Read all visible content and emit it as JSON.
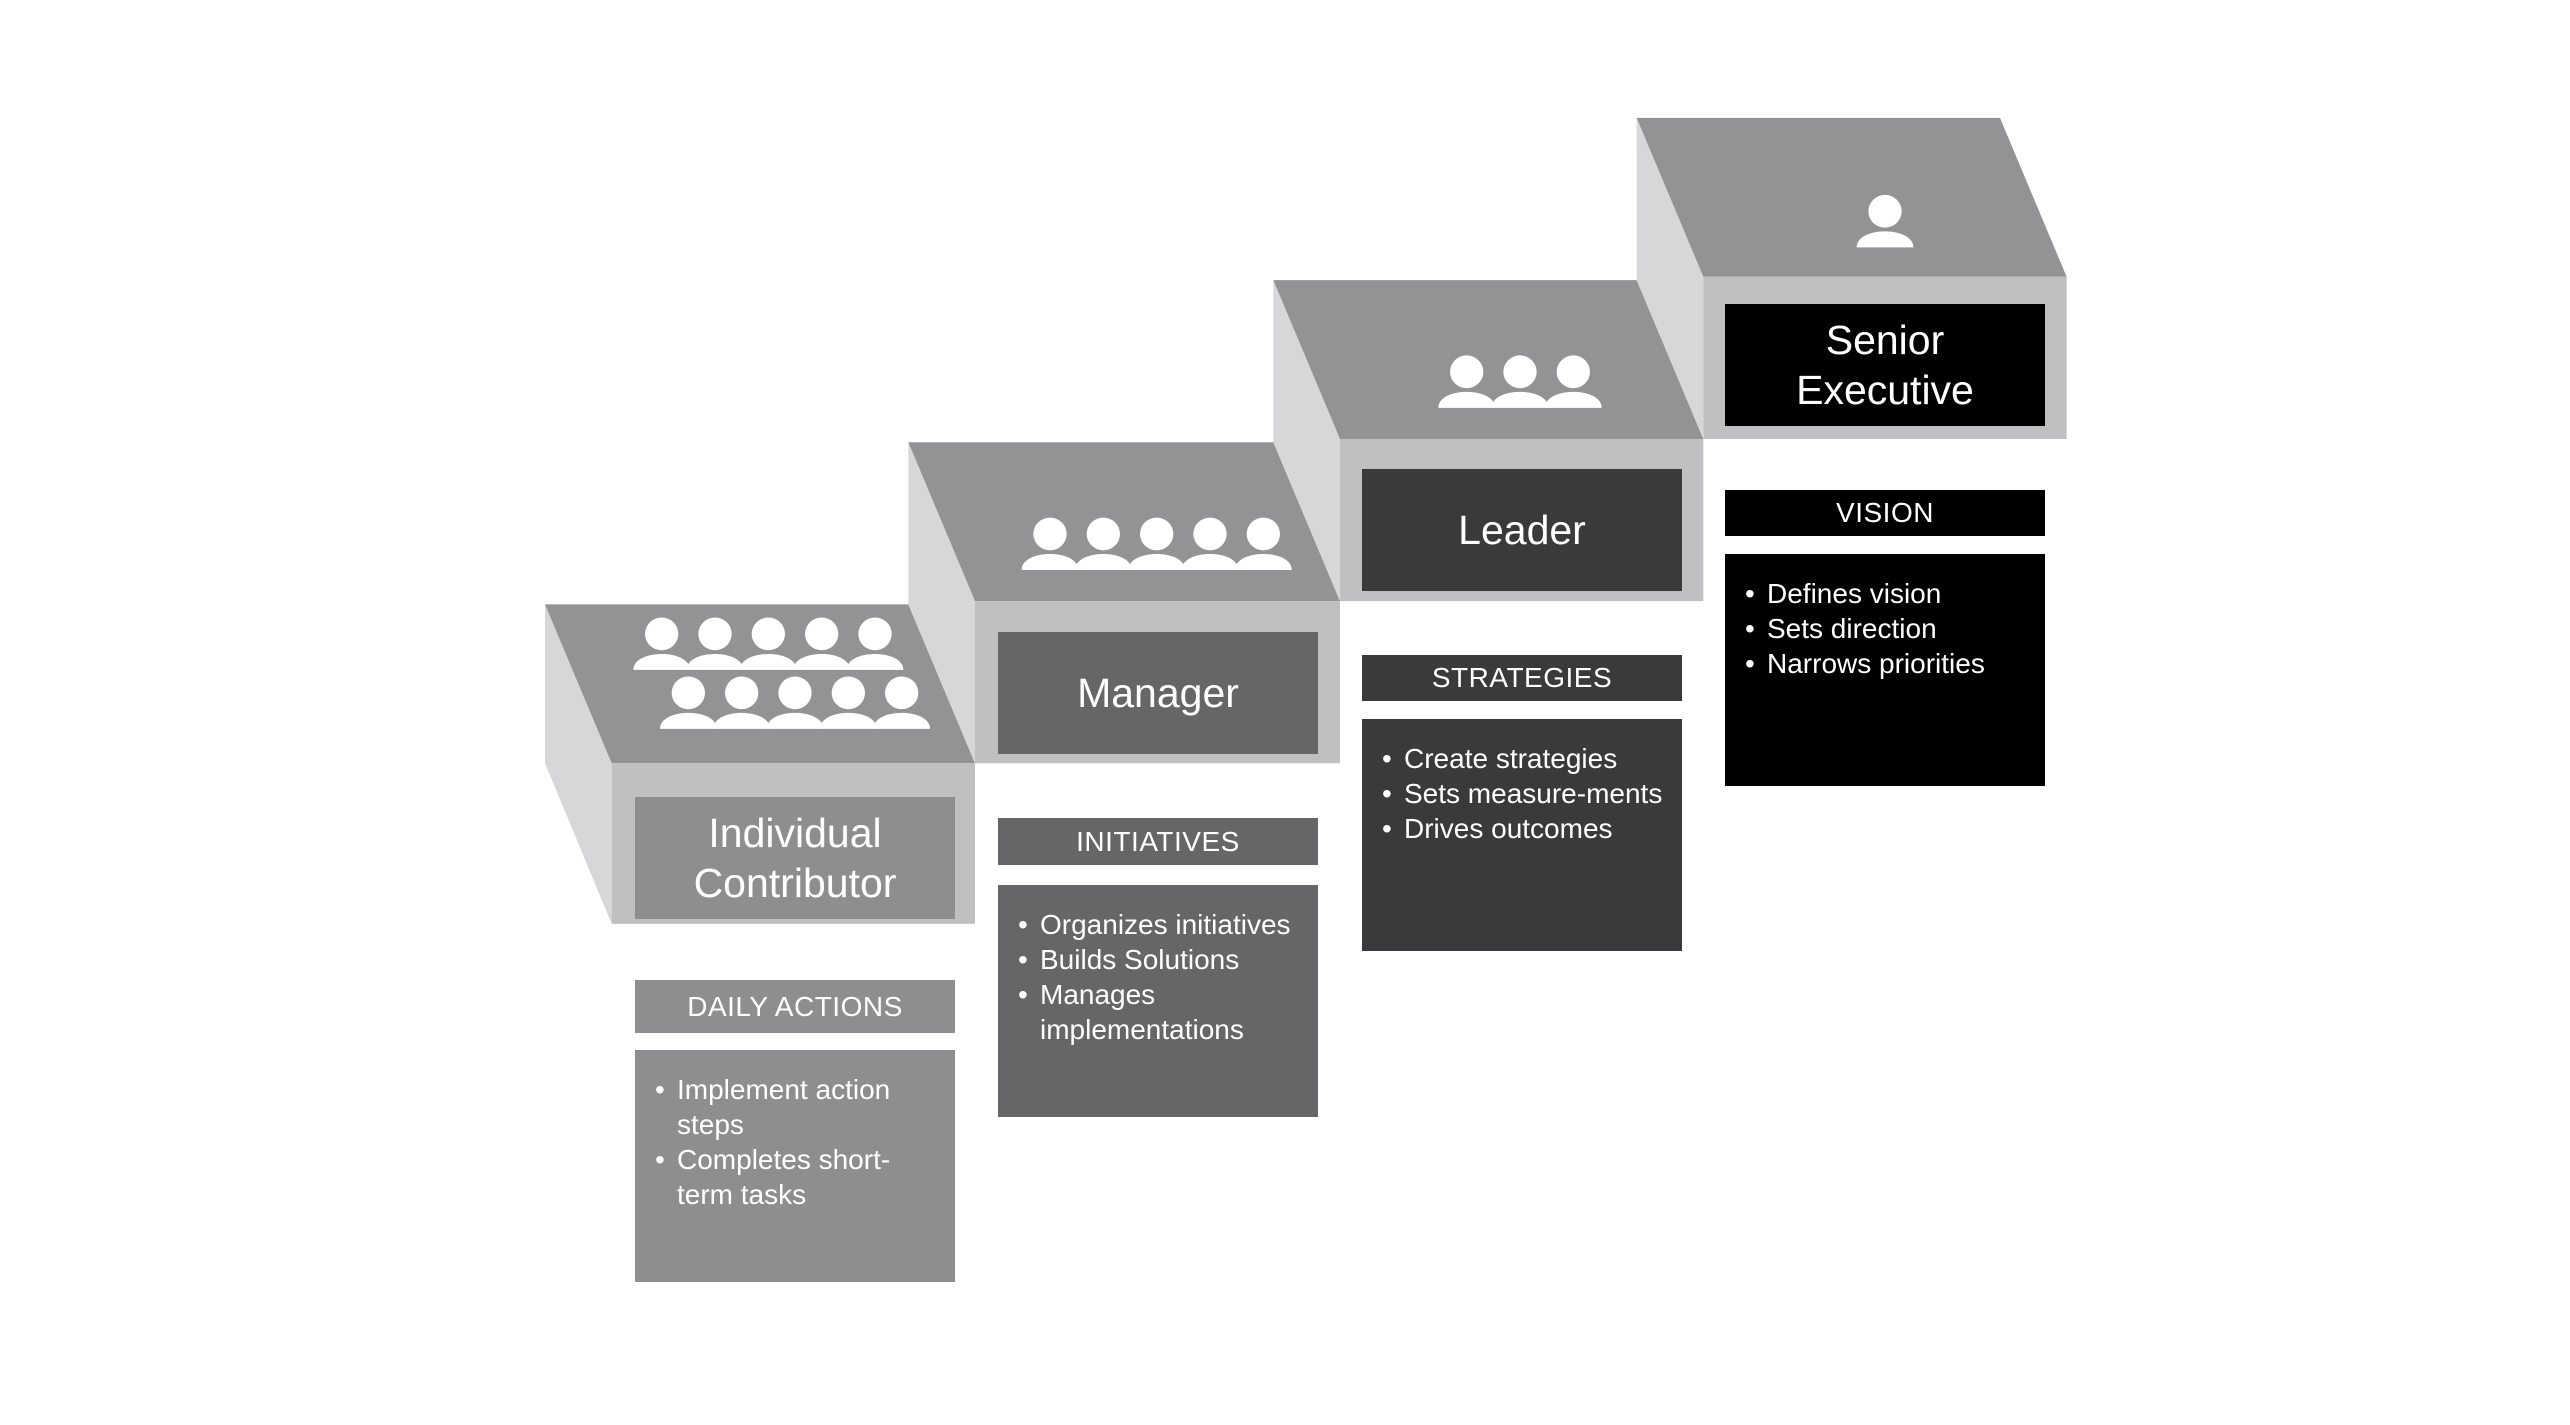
{
  "levels": [
    {
      "title": "Individual\nContributor",
      "people_icon_count": 10,
      "category": "DAILY ACTIONS",
      "items": [
        "Implement action steps",
        "Completes short-term tasks"
      ],
      "colors": {
        "top": "#939395",
        "front": "#c0c0c2",
        "side": "#d7d7d9",
        "plate": "#8e8e90",
        "header": "#8e8e90",
        "box": "#8e8e90"
      }
    },
    {
      "title": "Manager",
      "people_icon_count": 5,
      "category": "INITIATIVES",
      "items": [
        "Organizes initiatives",
        "Builds Solutions",
        "Manages implementations"
      ],
      "colors": {
        "top": "#939395",
        "front": "#c0c0c2",
        "side": "#d7d7d9",
        "plate": "#666668",
        "header": "#666668",
        "box": "#666668"
      }
    },
    {
      "title": "Leader",
      "people_icon_count": 3,
      "category": "STRATEGIES",
      "items": [
        "Create strategies",
        "Sets measure-ments",
        "Drives outcomes"
      ],
      "colors": {
        "top": "#939395",
        "front": "#c0c0c2",
        "side": "#d7d7d9",
        "plate": "#3a3a3c",
        "header": "#3a3a3c",
        "box": "#3a3a3c"
      }
    },
    {
      "title": "Senior\nExecutive",
      "people_icon_count": 1,
      "category": "VISION",
      "items": [
        "Defines vision",
        "Sets direction",
        "Narrows priorities"
      ],
      "colors": {
        "top": "#939395",
        "front": "#c0c0c2",
        "side": "#d7d7d9",
        "plate": "#000000",
        "header": "#000000",
        "box": "#000000"
      }
    }
  ],
  "icons": {
    "person": "person-icon"
  }
}
